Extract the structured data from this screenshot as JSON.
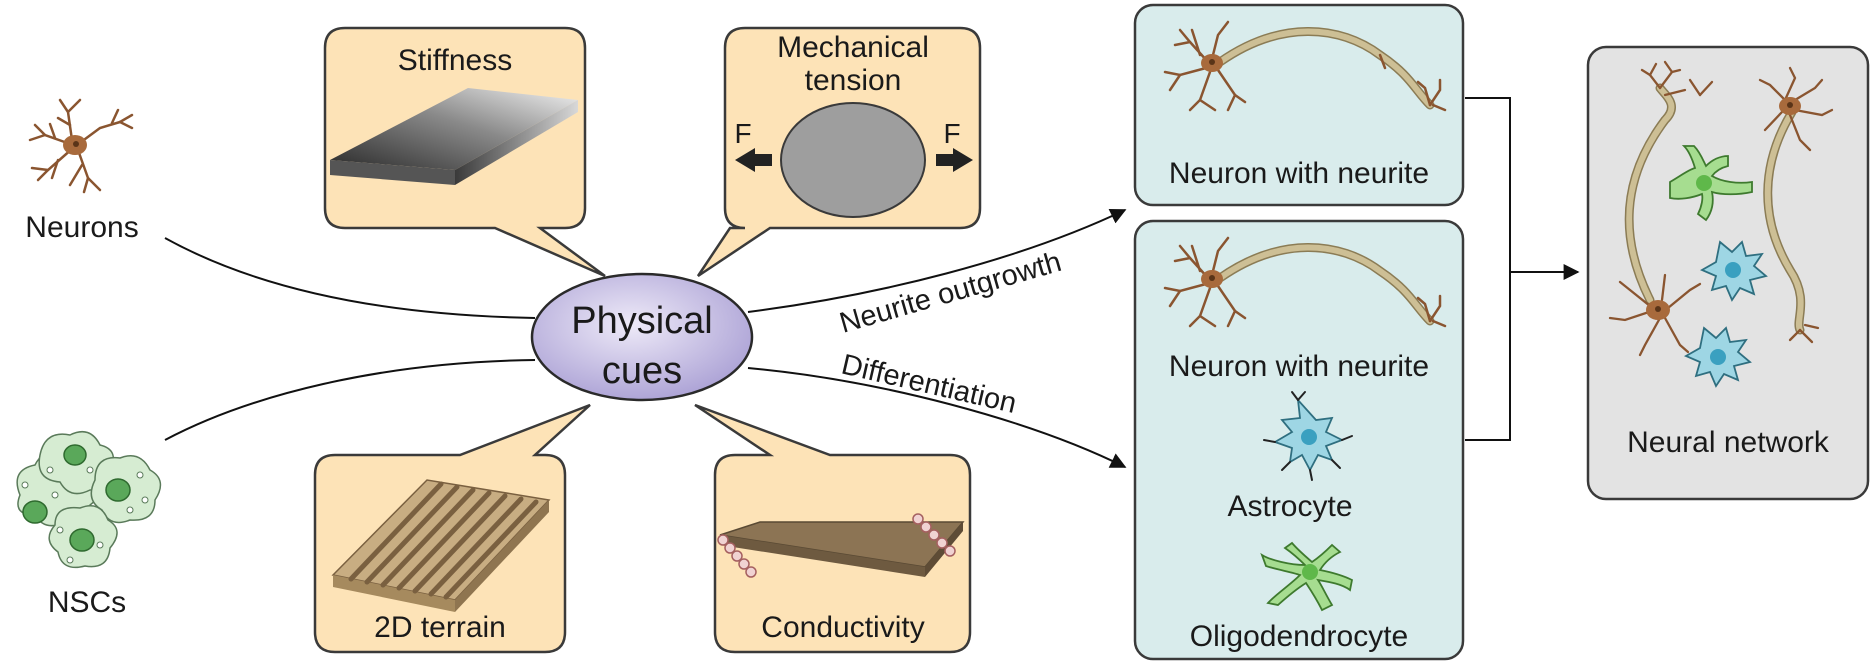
{
  "labels": {
    "neurons": "Neurons",
    "nscs": "NSCs",
    "physical_cues_line1": "Physical",
    "physical_cues_line2": "cues",
    "stiffness": "Stiffness",
    "mechanical_tension_line1": "Mechanical",
    "mechanical_tension_line2": "tension",
    "force": "F",
    "terrain_2d": "2D terrain",
    "conductivity": "Conductivity",
    "neurite_outgrowth": "Neurite outgrowth",
    "differentiation": "Differentiation",
    "neuron_with_neurite": "Neuron with neurite",
    "astrocyte": "Astrocyte",
    "oligodendrocyte": "Oligodendrocyte",
    "neural_network": "Neural network"
  },
  "colors": {
    "bubble_fill": "#fde3b7",
    "bubble_stroke": "#3a3a3a",
    "panel_teal": "#d9ecec",
    "panel_gray": "#e3e3e3",
    "cues_fill": "#bfb6e0",
    "neuron": "#a86a3c",
    "axon": "#cdbf95",
    "astrocyte": "#8fd0e0",
    "oligo": "#8fd27d"
  }
}
